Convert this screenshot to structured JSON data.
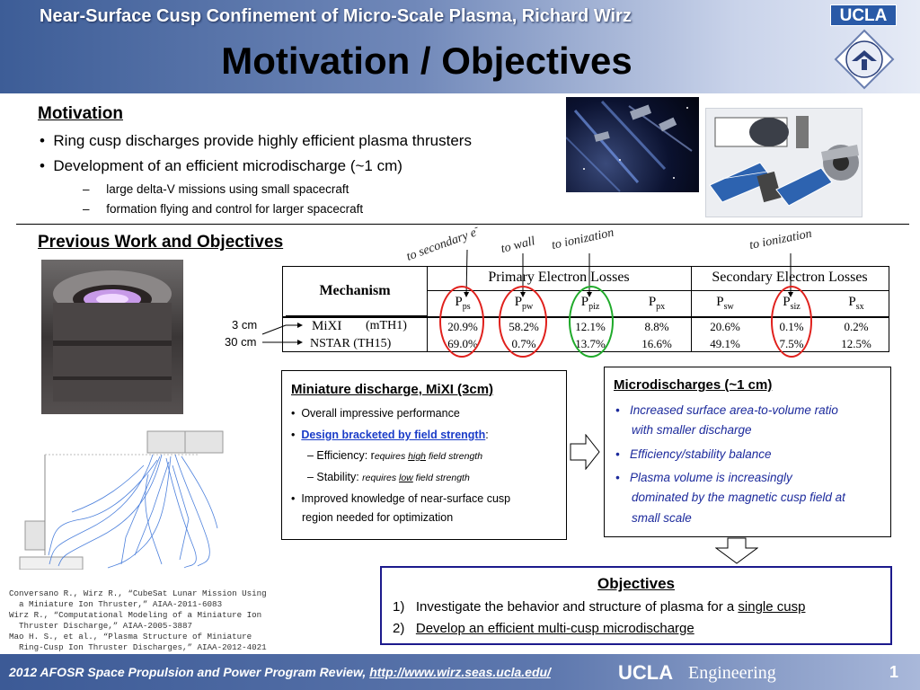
{
  "header": {
    "subtitle": "Near-Surface Cusp Confinement of Micro-Scale Plasma, Richard Wirz",
    "title": "Motivation / Objectives",
    "badge": "UCLA"
  },
  "motivation": {
    "heading": "Motivation",
    "bullets": [
      "Ring cusp discharges provide highly efficient plasma thrusters",
      "Development of an efficient microdischarge (~1 cm)"
    ],
    "subbullets": [
      "large delta-V missions using small spacecraft",
      "formation flying and control for larger spacecraft"
    ]
  },
  "previous": {
    "heading": "Previous Work and Objectives"
  },
  "annotations": {
    "secondary": "to secondary e",
    "secondary_sup": "-",
    "wall": "to wall",
    "ionization1": "to ionization",
    "ionization2": "to ionization"
  },
  "scale_labels": [
    "3 cm",
    "30 cm"
  ],
  "table": {
    "mechanism": "Mechanism",
    "group_primary": "Primary Electron Losses",
    "group_secondary": "Secondary Electron Losses",
    "columns": [
      {
        "base": "P",
        "sub": "ps"
      },
      {
        "base": "P",
        "sub": "pw"
      },
      {
        "base": "P",
        "sub": "piz"
      },
      {
        "base": "P",
        "sub": "px"
      },
      {
        "base": "P",
        "sub": "sw"
      },
      {
        "base": "P",
        "sub": "siz"
      },
      {
        "base": "P",
        "sub": "sx"
      }
    ],
    "rows": [
      {
        "name": "MiXI",
        "model": "(mTH1)",
        "values": [
          "20.9%",
          "58.2%",
          "12.1%",
          "8.8%",
          "20.6%",
          "0.1%",
          "0.2%"
        ]
      },
      {
        "name": "NSTAR (TH15)",
        "model": "",
        "values": [
          "69.0%",
          "0.7%",
          "13.7%",
          "16.6%",
          "49.1%",
          "7.5%",
          "12.5%"
        ]
      }
    ]
  },
  "mixi_box": {
    "title": "Miniature discharge, MiXI (3cm)",
    "b1": "Overall impressive performance",
    "b2": "Design bracketed by field strength",
    "b2_colon": ":",
    "eff_label": "– Efficiency: ",
    "eff_r": "r",
    "eff_pre": "equires ",
    "eff_em": "high",
    "eff_post": " field strength",
    "stab_label": "– Stability: ",
    "stab_pre": "requires ",
    "stab_em": "low",
    "stab_post": " field strength",
    "b3_line1": "Improved knowledge of near-surface cusp",
    "b3_line2": "region needed for optimization"
  },
  "micro_box": {
    "title": "Microdischarges (~1 cm)",
    "bullets": [
      [
        "Increased surface area-to-volume ratio",
        "with smaller discharge"
      ],
      [
        "Efficiency/stability balance"
      ],
      [
        "Plasma volume is increasingly",
        "dominated by the magnetic cusp field at",
        "small scale"
      ]
    ]
  },
  "objectives": {
    "title": "Objectives",
    "items": [
      {
        "num": "1)",
        "pre": "Investigate the behavior and structure of plasma for a ",
        "link": "single cusp"
      },
      {
        "num": "2)",
        "pre": "",
        "link": "Develop an efficient multi-cusp microdischarge"
      }
    ]
  },
  "references": [
    "Conversano R., Wirz R., “CubeSat Lunar Mission Using",
    "  a Miniature Ion Thruster,” AIAA-2011-6083",
    "Wirz R., “Computational Modeling of a Miniature Ion",
    "  Thruster Discharge,” AIAA-2005-3887",
    "Mao H. S., et al., “Plasma Structure of Miniature",
    "  Ring-Cusp Ion Thruster Discharges,” AIAA-2012-4021"
  ],
  "footer": {
    "text": "2012 AFOSR Space Propulsion and Power Program Review, ",
    "link": "http://www.wirz.seas.ucla.edu/",
    "ucla": "UCLA",
    "engineering": "Engineering",
    "page": "1"
  },
  "colors": {
    "header_blue": "#3d5d97",
    "ring_red": "#e0201c",
    "ring_green": "#1faa2a",
    "objectives_border": "#1c1a8c",
    "micro_text": "#1c2a9c"
  }
}
